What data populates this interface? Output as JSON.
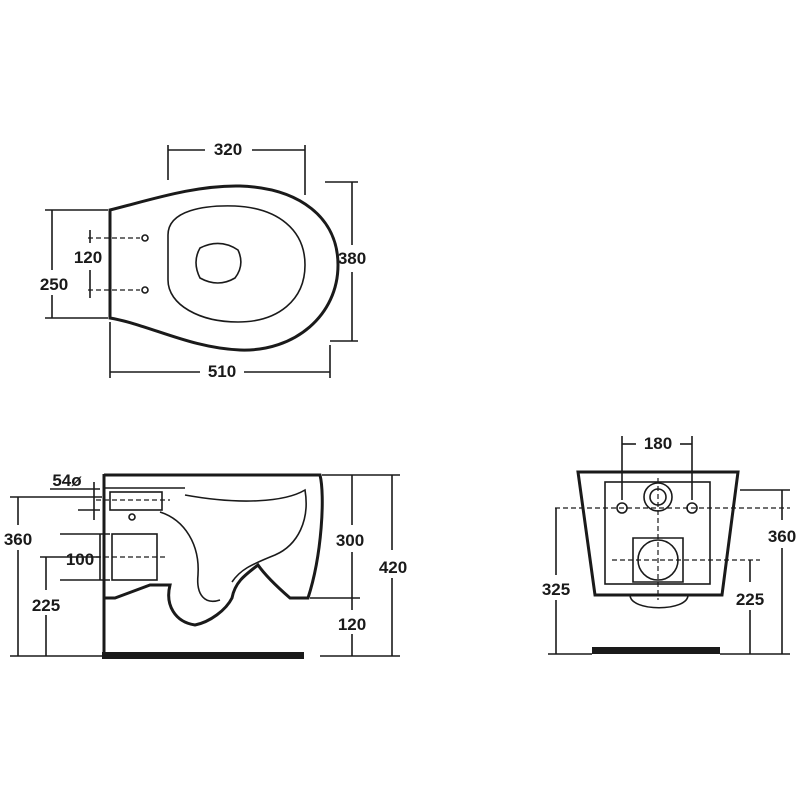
{
  "top_view": {
    "dim_width_top": "320",
    "dim_depth_right": "380",
    "dim_fixing_inner": "120",
    "dim_fixing_outer": "250",
    "dim_length_bottom": "510"
  },
  "side_view": {
    "dim_pipe_dia": "54ø",
    "dim_total_height_left": "360",
    "dim_outlet": "100",
    "dim_outlet_height": "225",
    "dim_bowl_height": "300",
    "dim_rim_height": "420",
    "dim_clearance": "120"
  },
  "rear_view": {
    "dim_fixing_spacing": "180",
    "dim_height_left": "325",
    "dim_height_right": "360",
    "dim_outlet_height": "225"
  }
}
